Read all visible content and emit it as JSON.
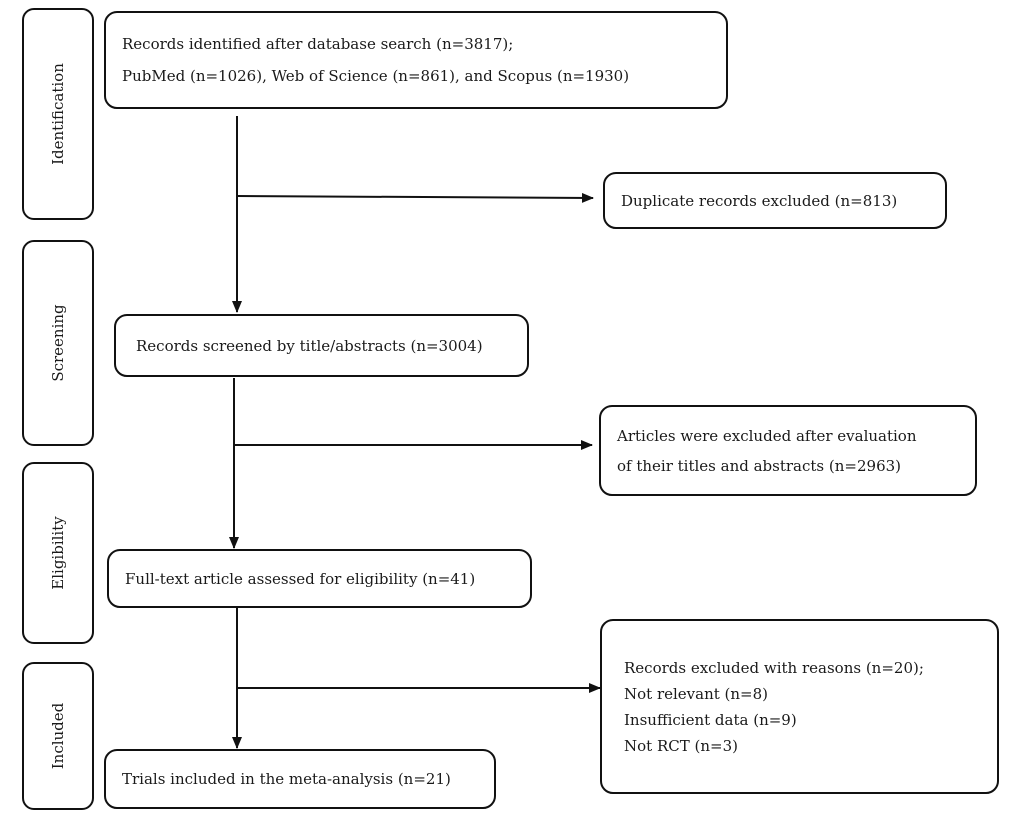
{
  "stages": {
    "identification": "Identification",
    "screening": "Screening",
    "eligibility": "Eligibility",
    "included": "Included"
  },
  "boxes": {
    "identified": {
      "lines": [
        "Records identified after database search (n=3817);",
        "PubMed (n=1026), Web of Science (n=861), and Scopus (n=1930)"
      ]
    },
    "duplicates": {
      "lines": [
        "Duplicate records excluded (n=813)"
      ]
    },
    "screened": {
      "lines": [
        "Records screened by title/abstracts (n=3004)"
      ]
    },
    "excluded_title": {
      "lines": [
        "Articles were excluded after evaluation",
        "of their titles and abstracts (n=2963)"
      ]
    },
    "fulltext": {
      "lines": [
        "Full-text article assessed for eligibility (n=41)"
      ]
    },
    "excluded_reasons": {
      "lines": [
        "Records excluded with reasons (n=20);",
        "Not relevant (n=8)",
        "Insufficient data (n=9)",
        "Not RCT (n=3)"
      ]
    },
    "included": {
      "lines": [
        "Trials included in the meta-analysis (n=21)"
      ]
    }
  }
}
